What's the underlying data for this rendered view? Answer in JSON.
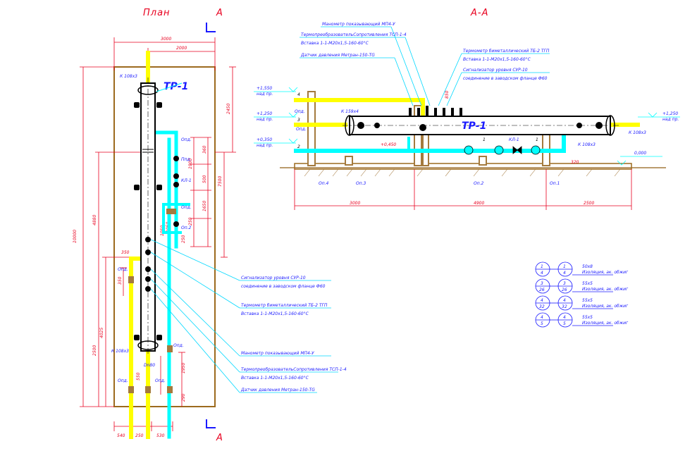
{
  "titles": {
    "plan": "План",
    "section": "А-А",
    "cut_mark": "А",
    "cut_mark_bottom": "А"
  },
  "tags": {
    "tr1_plan": "ТР-1",
    "tr1_section": "ТР-1"
  },
  "plan": {
    "dims_top": [
      "3000",
      "2000"
    ],
    "dims_left": [
      "10000",
      "4880",
      "2500",
      "4025"
    ],
    "dims_right": [
      "2450",
      "7500"
    ],
    "dims_inner": [
      "360",
      "1900",
      "500",
      "1650",
      "250",
      "1050",
      "250",
      "230",
      "1950",
      "290"
    ],
    "dims_bottom": [
      "540",
      "250",
      "530"
    ],
    "dims_misc": [
      "350",
      "350",
      "1050",
      "550"
    ],
    "nozzles": [
      "К 108х3",
      "К 108х3",
      "Dn80"
    ],
    "items": [
      "Опд.",
      "Ппд.",
      "КЛ-1",
      "Опд.",
      "Оп.2",
      "Опд.",
      "Опд.",
      "Опд.",
      "Опд."
    ]
  },
  "section": {
    "elevations": [
      {
        "value": "+1,550",
        "note": "над пр."
      },
      {
        "value": "+1,250",
        "note": "над пр."
      },
      {
        "value": "+0,350",
        "note": "над пр."
      },
      {
        "value": "+1,250",
        "note": "над пр."
      },
      {
        "value": "0,000",
        "note": ""
      }
    ],
    "nozzles": [
      "К 159х4",
      "К 108х3",
      "К 108х3"
    ],
    "supports": [
      "Оп.4",
      "Оп.3",
      "Оп.2",
      "Оп.1",
      "Опд.",
      "Опд.",
      "КЛ-1"
    ],
    "dims_bottom": [
      "3000",
      "4900",
      "2500"
    ],
    "dims_misc": [
      "+0,450",
      "850",
      "320"
    ],
    "num_labels": [
      "4",
      "3",
      "2",
      "1",
      "1"
    ]
  },
  "callouts": {
    "section": [
      "Манометр показывающий МП4-У",
      "ТермопреобразовательСопротивления ТСП-1-4",
      "Датчик давления Метран-150-ТG",
      "Термометр биметаллический ТБ-2 ТГП",
      "Сигнализатор уровня СУР-10"
    ],
    "section_sub": [
      "Вставка 1-1-М20х1,5-160-60°C",
      "Вставка 1-1-М20х1,5-160-60°C",
      "соединение в заводском фланце Ф60"
    ],
    "plan": [
      "Сигнализатор уровня СУР-10",
      "Термометр биметаллический ТБ-2 ТГП",
      "Манометр показывающий МП4-У",
      "ТермопреобразовательСопротивления ТСП-1-4",
      "Датчик давления Метран-150-ТG"
    ],
    "plan_sub": [
      "соединение в заводском фланце Ф60",
      "Вставка 1-1-М20х1,5-160-60°C",
      "Вставка 1-1-М20х1,5-160-60°C"
    ]
  },
  "legend": [
    {
      "top": "1",
      "bottom": "4",
      "code": "50х8",
      "desc": "Изоляция, ак. обжиг"
    },
    {
      "top": "3",
      "bottom": "26",
      "code": "55х5",
      "desc": "Изоляция, ак. обжиг"
    },
    {
      "top": "4",
      "bottom": "32",
      "code": "55х5",
      "desc": "Изоляция, ак. обжиг"
    },
    {
      "top": "4",
      "bottom": "5",
      "code": "55х5",
      "desc": "Изоляция, ак. обжиг"
    }
  ],
  "colors": {
    "frame": "#9c6a1e",
    "support": "#a47a3e",
    "pipe_yellow": "#ffff00",
    "pipe_cyan": "#00ffff",
    "dim_red": "#e8001f",
    "leader_cyan": "#00d8ff",
    "text_blue": "#1a1aff",
    "vessel": "#000000"
  }
}
